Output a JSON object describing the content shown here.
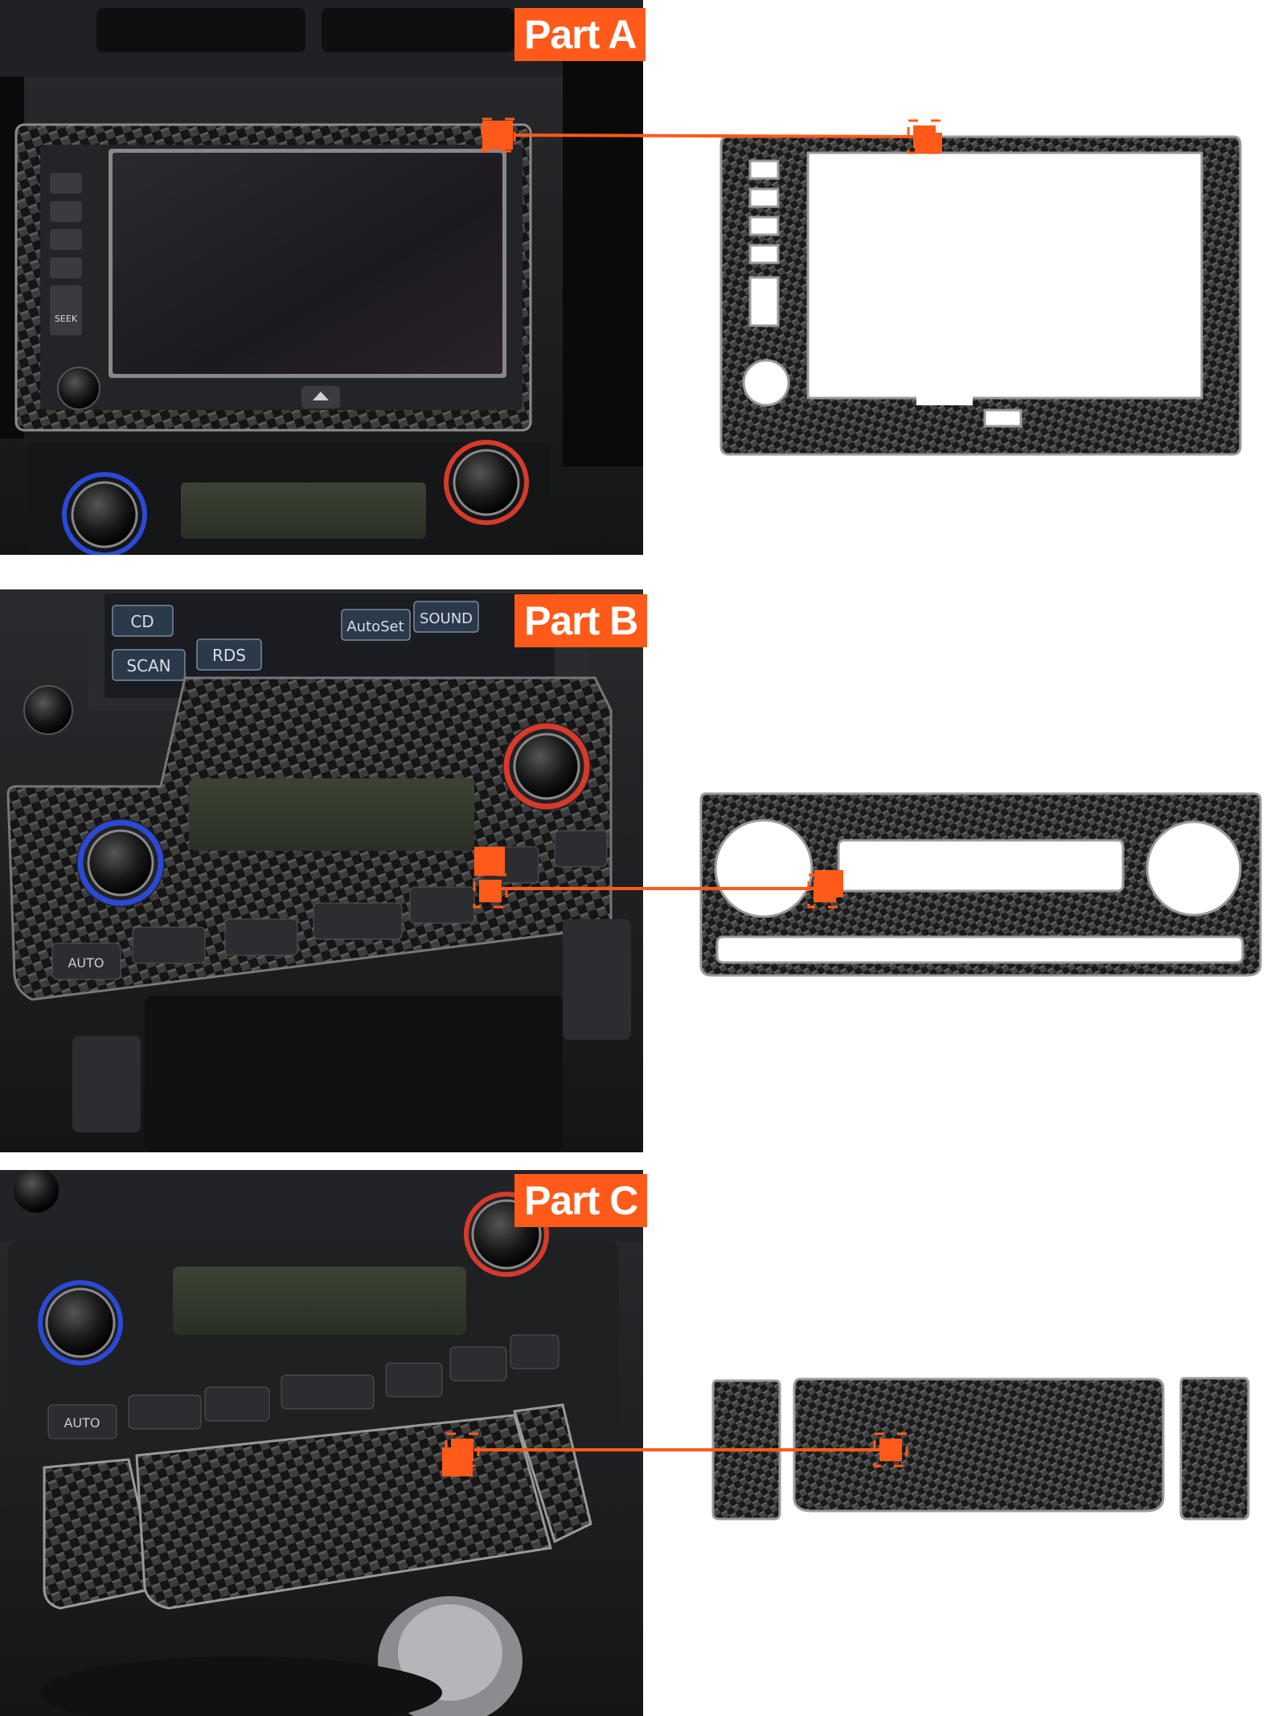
{
  "colors": {
    "accent": "#ff5a1a",
    "carbon_dark": "#141414",
    "carbon_light": "#4a4a4a",
    "dashboard": "#1b1c1e"
  },
  "parts": [
    {
      "label": "Part A",
      "screen_buttons": [
        "SEEK"
      ]
    },
    {
      "label": "Part B",
      "screen_buttons": [
        "CD",
        "SCAN",
        "RDS",
        "AutoSet",
        "SOUND"
      ],
      "climate_buttons": [
        "AUTO"
      ]
    },
    {
      "label": "Part C",
      "climate_buttons": [
        "AUTO"
      ]
    }
  ]
}
